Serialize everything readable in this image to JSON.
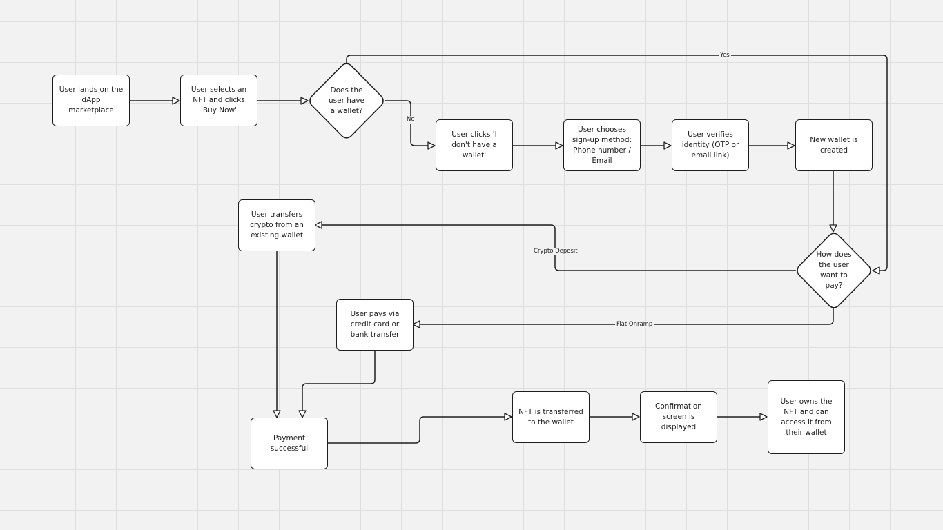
{
  "nodes": {
    "lands": "User lands on the dApp marketplace",
    "selects_nft": "User selects an NFT and clicks 'Buy Now'",
    "has_wallet": "Does the user have a wallet?",
    "clicks_no_wallet": "User clicks 'I don't have a wallet'",
    "signup_method": "User chooses sign-up method: Phone number / Email",
    "verifies": "User verifies identity (OTP or email link)",
    "wallet_created": "New wallet is created",
    "how_pay": "How does the user want to pay?",
    "transfer_crypto": "User transfers crypto from an existing wallet",
    "pays_fiat": "User pays via credit card or bank transfer",
    "payment_success": "Payment successful",
    "nft_transferred": "NFT is transferred to the wallet",
    "confirmation": "Confirmation screen is displayed",
    "owns_nft": "User owns the NFT and can access it from their wallet"
  },
  "edge_labels": {
    "yes": "Yes",
    "no": "No",
    "crypto_deposit": "Crypto Deposit",
    "fiat_onramp": "Fiat Onramp"
  },
  "colors": {
    "canvas": "#f2f2f2",
    "grid": "#dedede",
    "node_fill": "#ffffff",
    "stroke": "#1e1e1e"
  }
}
